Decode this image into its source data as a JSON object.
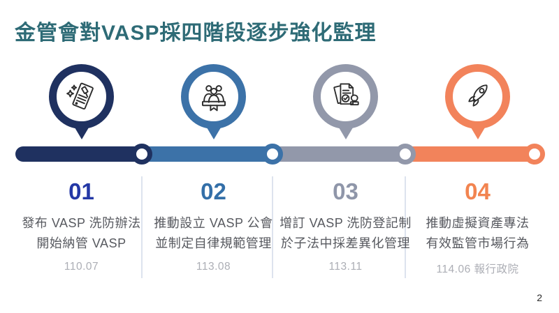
{
  "slide": {
    "title": "金管會對VASP採四階段逐步強化監理",
    "page_number": "2"
  },
  "timeline": {
    "stages": [
      {
        "number": "01",
        "icon": "regulation-document-gavel-icon",
        "desc_line1": "發布 VASP 洗防辦法",
        "desc_line2": "開始納管 VASP",
        "date": "110.07",
        "accent_color": "#1F3160",
        "number_color": "#2438A6"
      },
      {
        "number": "02",
        "icon": "association-people-icon",
        "desc_line1": "推動設立 VASP 公會",
        "desc_line2": "並制定自律規範管理",
        "date": "113.08",
        "accent_color": "#3C72A8",
        "number_color": "#336FA8"
      },
      {
        "number": "03",
        "icon": "registration-stamp-icon",
        "desc_line1": "增訂 VASP 洗防登記制",
        "desc_line2": "於子法中採差異化管理",
        "date": "113.11",
        "accent_color": "#9298AA",
        "number_color": "#8F96A9"
      },
      {
        "number": "04",
        "icon": "rocket-icon",
        "desc_line1": "推動虛擬資產專法",
        "desc_line2": "有效監管市場行為",
        "date": "114.06 報行政院",
        "accent_color": "#F2835B",
        "number_color": "#F28450"
      }
    ]
  },
  "colors": {
    "title_text": "#2E6B76",
    "body_text": "#57595F",
    "date_text": "#ACAEB5",
    "divider": "#DDE3EE"
  }
}
